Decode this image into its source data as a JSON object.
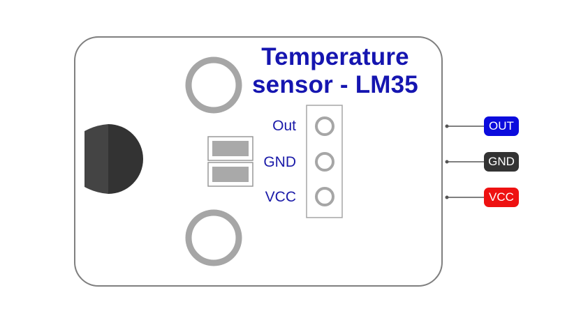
{
  "title": {
    "line1": "Temperature",
    "line2": "sensor - LM35"
  },
  "pins": [
    {
      "label": "Out"
    },
    {
      "label": "GND"
    },
    {
      "label": "VCC"
    }
  ],
  "connectors": [
    {
      "label": "OUT",
      "color": "#0b0bdd"
    },
    {
      "label": "GND",
      "color": "#333333"
    },
    {
      "label": "VCC",
      "color": "#ee1111"
    }
  ],
  "colors": {
    "board_fill": "#ffffff",
    "board_stroke": "#7f7f7f",
    "title": "#1515b0",
    "pin_label": "#1a1aa8",
    "hole_ring": "#a6a6a6",
    "sensor_body": "#333333",
    "wire": "#555555"
  }
}
